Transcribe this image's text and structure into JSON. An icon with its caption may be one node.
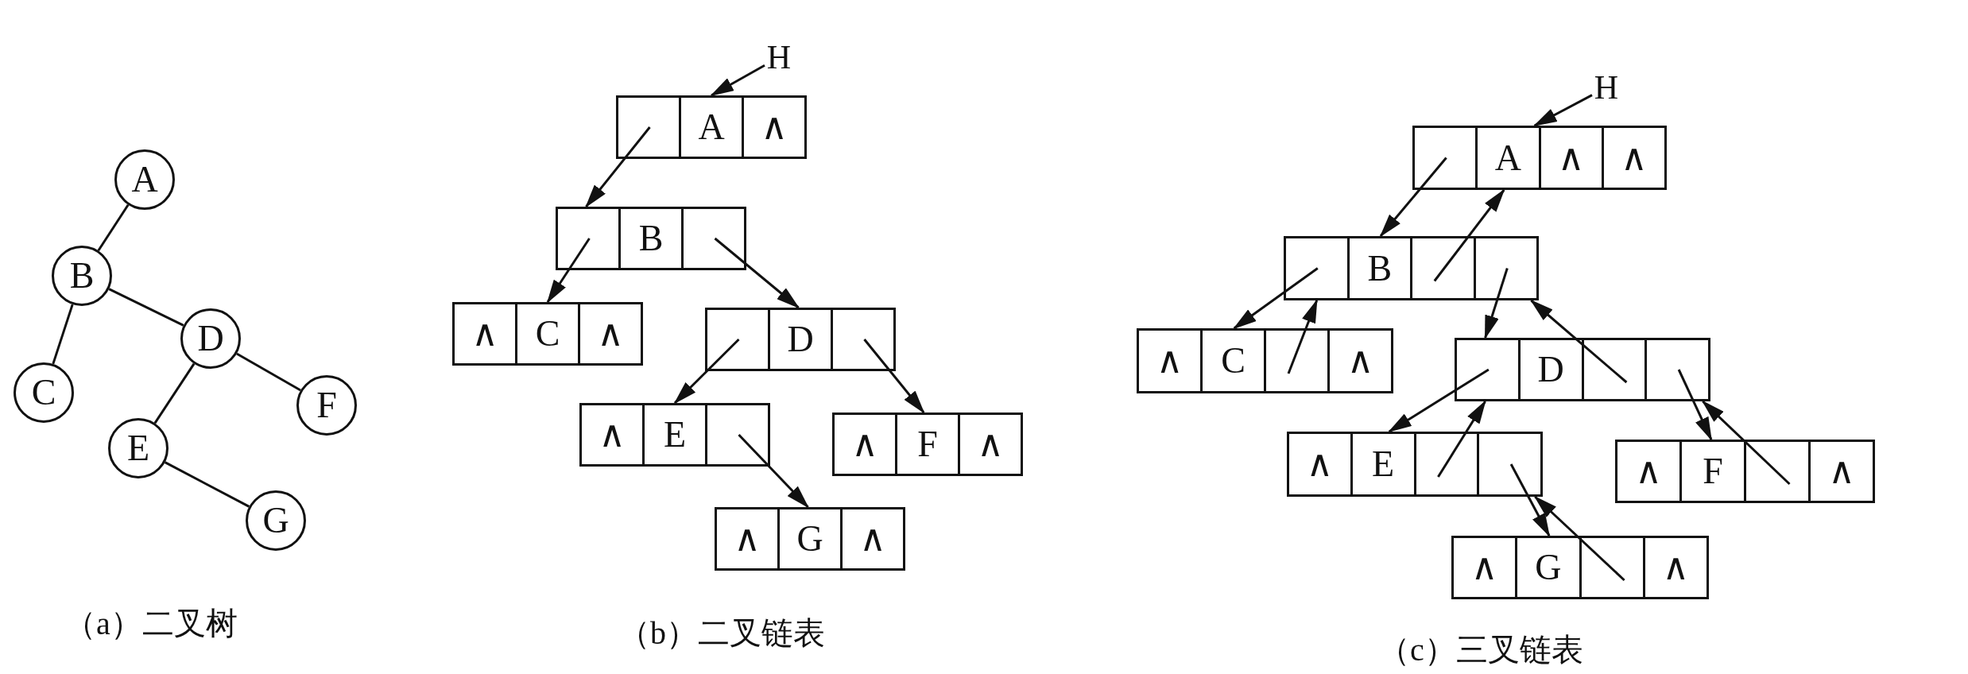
{
  "diagram": {
    "nodes": [
      {
        "text": [
          "A"
        ]
      },
      {
        "text": [
          "B"
        ]
      },
      {
        "text": [
          "C"
        ]
      },
      {
        "text": [
          "D"
        ]
      },
      {
        "text": [
          "E"
        ]
      },
      {
        "text": [
          "F"
        ]
      },
      {
        "text": [
          "G"
        ]
      },
      {
        "text": [
          "H"
        ]
      },
      {
        "text": [],
        "shape": "box"
      },
      {
        "text": [],
        "shape": "box",
        "in": 8
      },
      {
        "text": [
          "A"
        ],
        "in": 8
      },
      {
        "text": [
          "∧"
        ],
        "in": 8
      },
      {
        "text": [],
        "shape": "box"
      },
      {
        "text": [],
        "shape": "box",
        "in": 12
      },
      {
        "text": [
          "B"
        ],
        "in": 12
      },
      {
        "text": [],
        "shape": "box",
        "in": 12
      },
      {
        "text": [],
        "shape": "box"
      },
      {
        "text": [
          "∧"
        ],
        "in": 16
      },
      {
        "text": [
          "C"
        ],
        "in": 16
      },
      {
        "text": [
          "∧"
        ],
        "in": 16
      },
      {
        "text": [],
        "shape": "box"
      },
      {
        "text": [],
        "shape": "box",
        "in": 20
      },
      {
        "text": [
          "D"
        ],
        "in": 20
      },
      {
        "text": [],
        "shape": "box",
        "in": 20
      },
      {
        "text": [],
        "shape": "box"
      },
      {
        "text": [
          "∧"
        ],
        "in": 24
      },
      {
        "text": [
          "E"
        ],
        "in": 24
      },
      {
        "text": [],
        "shape": "box",
        "in": 24
      },
      {
        "text": [],
        "shape": "box"
      },
      {
        "text": [
          "∧"
        ],
        "in": 28
      },
      {
        "text": [
          "F"
        ],
        "in": 28
      },
      {
        "text": [
          "∧"
        ],
        "in": 28
      },
      {
        "text": [],
        "shape": "box"
      },
      {
        "text": [
          "∧"
        ],
        "in": 32
      },
      {
        "text": [
          "G"
        ],
        "in": 32
      },
      {
        "text": [
          "∧"
        ],
        "in": 32
      },
      {
        "text": [
          "H"
        ]
      },
      {
        "text": [],
        "shape": "box"
      },
      {
        "text": [],
        "shape": "box",
        "in": 37
      },
      {
        "text": [
          "A"
        ],
        "in": 37
      },
      {
        "text": [
          "∧"
        ],
        "in": 37
      },
      {
        "text": [
          "∧"
        ],
        "in": 37
      },
      {
        "text": [],
        "shape": "box"
      },
      {
        "text": [],
        "shape": "box",
        "in": 42
      },
      {
        "text": [
          "B"
        ],
        "in": 42
      },
      {
        "text": [],
        "shape": "box",
        "in": 42
      },
      {
        "text": [],
        "shape": "box",
        "in": 42
      },
      {
        "text": [],
        "shape": "box"
      },
      {
        "text": [
          "∧"
        ],
        "in": 47
      },
      {
        "text": [
          "C"
        ],
        "in": 47
      },
      {
        "text": [],
        "shape": "box",
        "in": 47
      },
      {
        "text": [
          "∧"
        ],
        "in": 47
      },
      {
        "text": [],
        "shape": "box"
      },
      {
        "text": [],
        "shape": "box",
        "in": 52
      },
      {
        "text": [
          "D"
        ],
        "in": 52
      },
      {
        "text": [],
        "shape": "box",
        "in": 52
      },
      {
        "text": [],
        "shape": "box",
        "in": 52
      },
      {
        "text": [],
        "shape": "box"
      },
      {
        "text": [
          "∧"
        ],
        "in": 57
      },
      {
        "text": [
          "E"
        ],
        "in": 57
      },
      {
        "text": [],
        "shape": "box",
        "in": 57
      },
      {
        "text": [],
        "shape": "box",
        "in": 57
      },
      {
        "text": [],
        "shape": "box"
      },
      {
        "text": [
          "∧"
        ],
        "in": 62
      },
      {
        "text": [
          "F"
        ],
        "in": 62
      },
      {
        "text": [],
        "shape": "box",
        "in": 62
      },
      {
        "text": [
          "∧"
        ],
        "in": 62
      },
      {
        "text": [],
        "shape": "box"
      },
      {
        "text": [
          "∧"
        ],
        "in": 67
      },
      {
        "text": [
          "G"
        ],
        "in": 67
      },
      {
        "text": [],
        "shape": "box",
        "in": 67
      },
      {
        "text": [
          "∧"
        ],
        "in": 67
      }
    ],
    "edges": [
      {
        "from": 0,
        "to": 1,
        "arrow": "none"
      },
      {
        "from": 1,
        "to": 2,
        "arrow": "none"
      },
      {
        "from": 1,
        "to": 3,
        "arrow": "none"
      },
      {
        "from": 3,
        "to": 4,
        "arrow": "none"
      },
      {
        "from": 3,
        "to": 5,
        "arrow": "none"
      },
      {
        "from": 4,
        "to": 6,
        "arrow": "none"
      },
      {
        "from": 7,
        "to": 8,
        "arrow": "to"
      },
      {
        "from": 9,
        "to": 12,
        "arrow": "to"
      },
      {
        "from": 13,
        "to": 16,
        "arrow": "to"
      },
      {
        "from": 15,
        "to": 20,
        "arrow": "to"
      },
      {
        "from": 21,
        "to": 24,
        "arrow": "to"
      },
      {
        "from": 23,
        "to": 28,
        "arrow": "to"
      },
      {
        "from": 27,
        "to": 32,
        "arrow": "to"
      },
      {
        "from": 36,
        "to": 37,
        "arrow": "to"
      },
      {
        "from": 38,
        "to": 42,
        "arrow": "to"
      },
      {
        "from": 45,
        "to": 37,
        "arrow": "to"
      },
      {
        "from": 43,
        "to": 47,
        "arrow": "to"
      },
      {
        "from": 50,
        "to": 42,
        "arrow": "to"
      },
      {
        "from": 46,
        "to": 52,
        "arrow": "to"
      },
      {
        "from": 55,
        "to": 42,
        "arrow": "to"
      },
      {
        "from": 53,
        "to": 57,
        "arrow": "to"
      },
      {
        "from": 60,
        "to": 52,
        "arrow": "to"
      },
      {
        "from": 56,
        "to": 62,
        "arrow": "to"
      },
      {
        "from": 65,
        "to": 52,
        "arrow": "to"
      },
      {
        "from": 61,
        "to": 67,
        "arrow": "to"
      },
      {
        "from": 70,
        "to": 57,
        "arrow": "to"
      }
    ],
    "labels": [
      "（a）二叉树",
      "（b）二叉链表",
      "（c）三叉链表"
    ]
  }
}
